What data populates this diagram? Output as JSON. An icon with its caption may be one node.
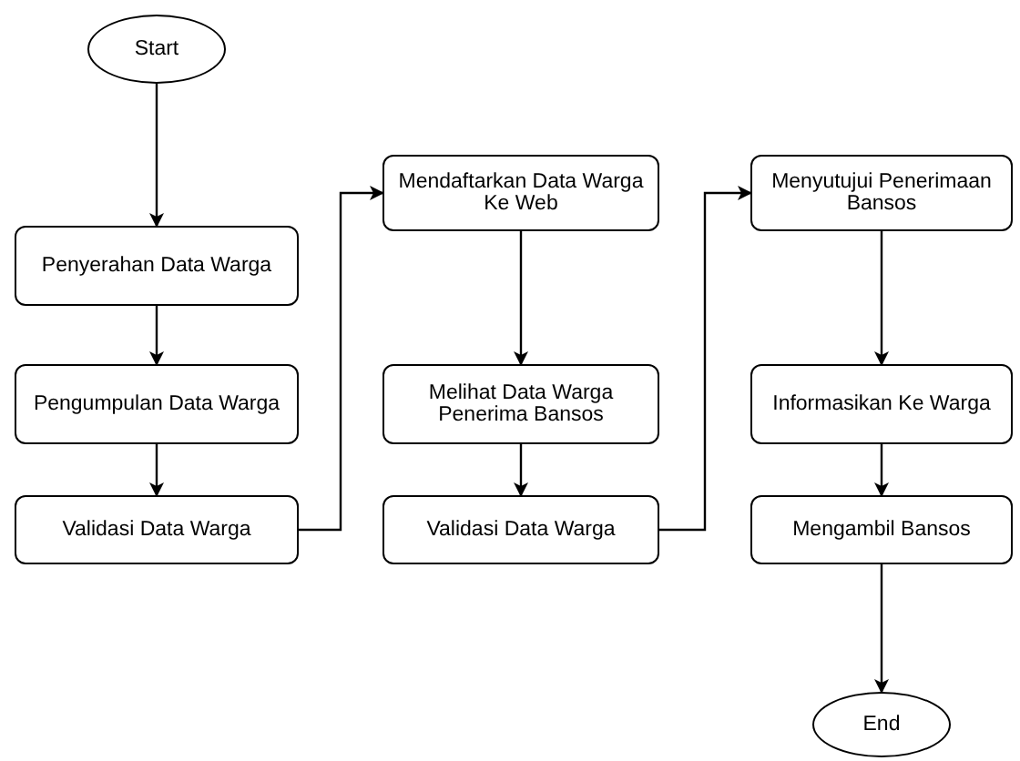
{
  "diagram": {
    "nodes": [
      {
        "text": [
          "Start"
        ]
      },
      {
        "text": [
          "Penyerahan Data Warga"
        ]
      },
      {
        "text": [
          "Pengumpulan Data Warga"
        ]
      },
      {
        "text": [
          "Validasi Data Warga"
        ]
      },
      {
        "text": [
          "Mendaftarkan Data Warga Ke Web"
        ]
      },
      {
        "text": [
          "Melihat Data Warga Penerima Bansos"
        ]
      },
      {
        "text": [
          "Validasi Data Warga"
        ]
      },
      {
        "text": [
          "Menyutujui Penerimaan Bansos"
        ]
      },
      {
        "text": [
          "Informasikan Ke Warga"
        ]
      },
      {
        "text": [
          "Mengambil Bansos"
        ]
      },
      {
        "text": [
          "End"
        ]
      }
    ],
    "edges": [
      {
        "from": 0,
        "to": 1,
        "arrow": "to"
      },
      {
        "from": 1,
        "to": 2,
        "arrow": "to"
      },
      {
        "from": 2,
        "to": 3,
        "arrow": "to"
      },
      {
        "from": 3,
        "to": 4,
        "arrow": "to"
      },
      {
        "from": 4,
        "to": 5,
        "arrow": "to"
      },
      {
        "from": 5,
        "to": 6,
        "arrow": "to"
      },
      {
        "from": 6,
        "to": 7,
        "arrow": "to"
      },
      {
        "from": 7,
        "to": 8,
        "arrow": "to"
      },
      {
        "from": 8,
        "to": 9,
        "arrow": "to"
      },
      {
        "from": 9,
        "to": 10,
        "arrow": "to"
      }
    ]
  }
}
